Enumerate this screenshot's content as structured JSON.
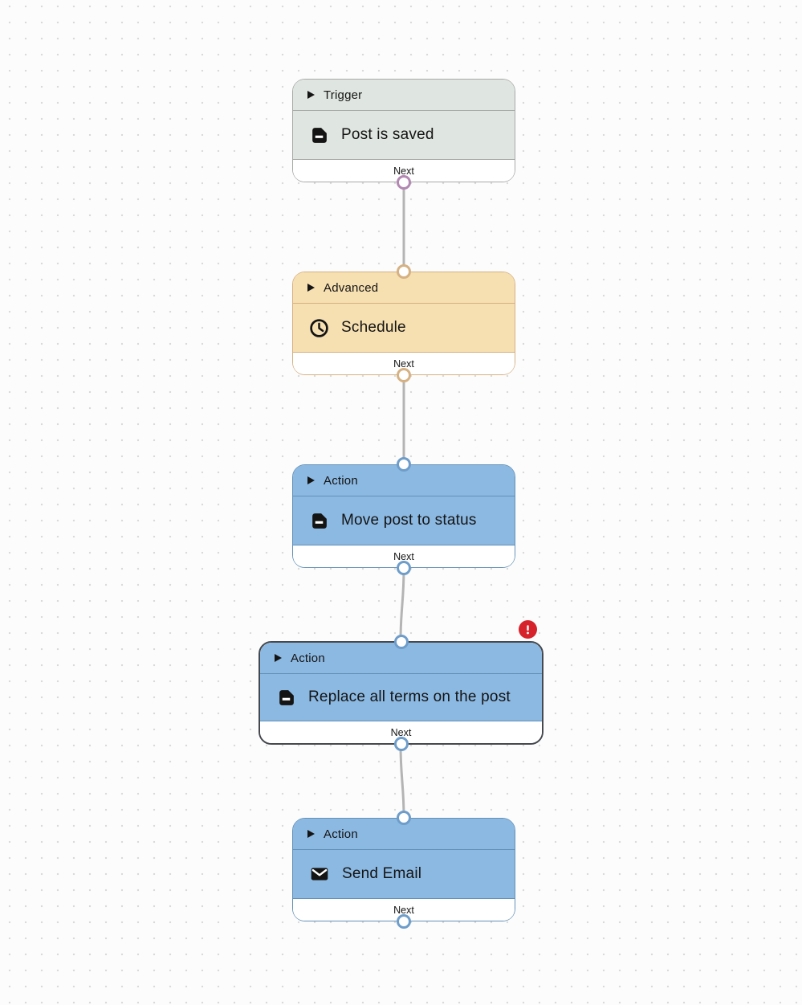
{
  "canvas": {
    "footer_label_default": "Next"
  },
  "colors": {
    "canvas_bg": "#fcfcfc",
    "dot": "#dadada",
    "text": "#141414",
    "connector": "#b4b4b4",
    "trigger_fill": "#dfe5e0",
    "trigger_border": "#a6a9a6",
    "trigger_port": "#b287b2",
    "advanced_fill": "#f6dfb1",
    "advanced_border": "#d5b183",
    "advanced_port": "#d5b183",
    "action_fill": "#8cb9e2",
    "action_border": "#6390b7",
    "action_port": "#6e9dca",
    "selected_border": "#45484d",
    "error_badge": "#d6232b"
  },
  "nodes": [
    {
      "category": "Trigger",
      "title": "Post is saved",
      "icon": "document-icon",
      "theme": "trigger",
      "footer_label": "Next",
      "selected": false,
      "has_error": false
    },
    {
      "category": "Advanced",
      "title": "Schedule",
      "icon": "clock-icon",
      "theme": "advanced",
      "footer_label": "Next",
      "selected": false,
      "has_error": false
    },
    {
      "category": "Action",
      "title": "Move post to status",
      "icon": "document-icon",
      "theme": "action",
      "footer_label": "Next",
      "selected": false,
      "has_error": false
    },
    {
      "category": "Action",
      "title": "Replace all terms on the post",
      "icon": "document-icon",
      "theme": "action",
      "footer_label": "Next",
      "selected": true,
      "has_error": true
    },
    {
      "category": "Action",
      "title": "Send Email",
      "icon": "email-icon",
      "theme": "action",
      "footer_label": "Next",
      "selected": false,
      "has_error": false
    }
  ]
}
